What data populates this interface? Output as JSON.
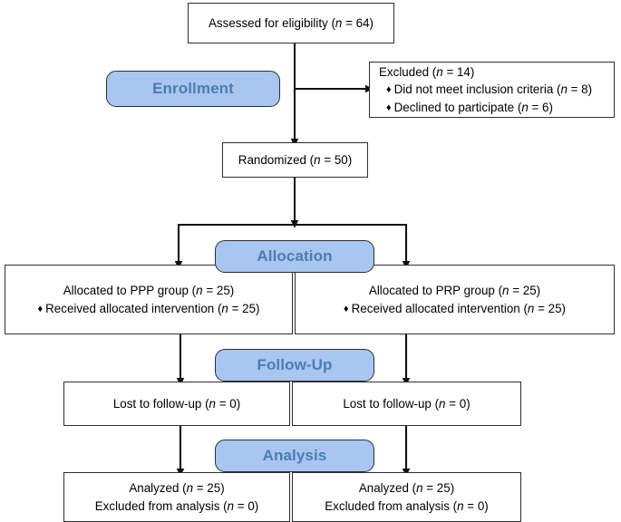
{
  "diagram": {
    "type": "consort-flow-diagram",
    "colors": {
      "stage_fill": "#a8c6f0",
      "stage_text": "#4d7cb3",
      "stage_border": "#2f2f2f",
      "box_border": "#2e2e2e",
      "box_fill": "#ffffff",
      "text": "#000000",
      "background": "#ffffff"
    },
    "stages": {
      "enrollment": "Enrollment",
      "allocation": "Allocation",
      "followup": "Follow-Up",
      "analysis": "Analysis"
    },
    "assessed": {
      "text": "Assessed for eligibility (",
      "italic_n": "n",
      "value": " = 64)"
    },
    "excluded": {
      "title_pre": "Excluded (",
      "title_n": "n",
      "title_post": " = 14)",
      "items": [
        {
          "bullet": "♦",
          "text_pre": "Did not meet inclusion criteria (",
          "n": "n",
          "text_post": " = 8)"
        },
        {
          "bullet": "♦",
          "text_pre": "Declined to participate (",
          "n": "n",
          "text_post": " = 6)"
        }
      ]
    },
    "randomized": {
      "text": "Randomized (",
      "italic_n": "n",
      "value": " = 50)"
    },
    "allocation_left": {
      "line1_pre": "Allocated to PPP group (",
      "line1_n": "n",
      "line1_post": " = 25)",
      "bullet": "♦",
      "line2_pre": "Received allocated intervention (",
      "line2_n": "n",
      "line2_post": " = 25)"
    },
    "allocation_right": {
      "line1_pre": "Allocated to PRP group (",
      "line1_n": "n",
      "line1_post": " = 25)",
      "bullet": "♦",
      "line2_pre": "Received allocated intervention (",
      "line2_n": "n",
      "line2_post": " = 25)"
    },
    "followup_left": {
      "text_pre": "Lost to follow-up (",
      "n": "n",
      "text_post": " = 0)"
    },
    "followup_right": {
      "text_pre": "Lost to follow-up (",
      "n": "n",
      "text_post": " = 0)"
    },
    "analysis_left": {
      "line1_pre": "Analyzed (",
      "line1_n": "n",
      "line1_post": " = 25)",
      "line2_pre": "Excluded from analysis (",
      "line2_n": "n",
      "line2_post": " = 0)"
    },
    "analysis_right": {
      "line1_pre": "Analyzed (",
      "line1_n": "n",
      "line1_post": " = 25)",
      "line2_pre": "Excluded from analysis (",
      "line2_n": "n",
      "line2_post": " = 0)"
    }
  }
}
